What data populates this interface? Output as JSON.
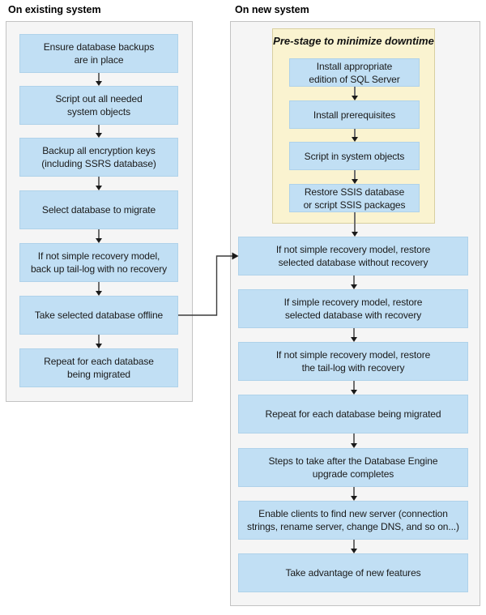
{
  "colors": {
    "step_fill": "#c1dff4",
    "step_border": "#afd2ea",
    "panel_bg": "#f5f5f5",
    "panel_border": "#c3c3c3",
    "prestage_bg": "#faf3d0",
    "prestage_border": "#d8cfa0",
    "text": "#1a1a1a"
  },
  "existing_system": {
    "title": "On existing system",
    "steps": [
      {
        "label": "Ensure database backups\nare in place"
      },
      {
        "label": "Script out all needed\nsystem objects"
      },
      {
        "label": "Backup all encryption keys\n(including SSRS database)"
      },
      {
        "label": "Select database to migrate"
      },
      {
        "label": "If not simple recovery model,\nback up tail-log with no recovery"
      },
      {
        "label": "Take selected database offline"
      },
      {
        "label": "Repeat for each database\nbeing migrated"
      }
    ]
  },
  "new_system": {
    "title": "On new system",
    "prestage": {
      "title": "Pre-stage to minimize downtime",
      "steps": [
        {
          "label": "Install appropriate\nedition of SQL Server"
        },
        {
          "label": "Install prerequisites"
        },
        {
          "label": "Script in system objects"
        },
        {
          "label": "Restore SSIS database\nor script SSIS packages"
        }
      ]
    },
    "steps": [
      {
        "label": "If not simple recovery model, restore\nselected database without recovery"
      },
      {
        "label": "If simple recovery model, restore\nselected database with recovery"
      },
      {
        "label": "If not simple recovery model, restore\nthe tail-log with recovery"
      },
      {
        "label": "Repeat for each database being migrated"
      },
      {
        "label": "Steps to take after the Database Engine\nupgrade completes"
      },
      {
        "label": "Enable clients to find new server (connection\nstrings, rename server, change DNS, and so on...)"
      },
      {
        "label": "Take advantage of new features"
      }
    ]
  }
}
